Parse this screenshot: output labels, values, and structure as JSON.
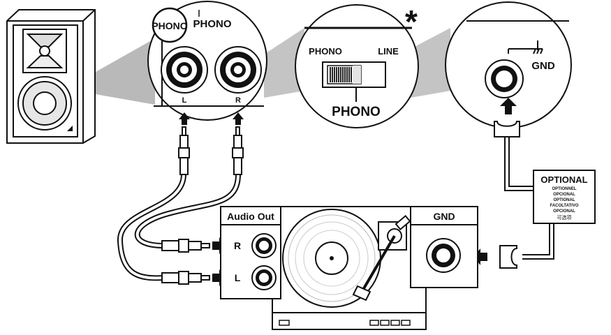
{
  "colors": {
    "ink": "#111111",
    "paper": "#ffffff",
    "cone": "#b9b9b9",
    "panel": "#e4e4e4",
    "knurl": "#222222"
  },
  "callouts": {
    "phono_badge": "PHONO",
    "phono_top_label": "PHONO",
    "left_channel": "L",
    "right_channel": "R",
    "switch_left": "PHONO",
    "switch_right": "LINE",
    "switch_caption": "PHONO",
    "asterisk": "*",
    "gnd_label": "GND"
  },
  "turntable": {
    "audio_out_title": "Audio Out",
    "right_jack_label": "R",
    "left_jack_label": "L",
    "gnd_panel_title": "GND"
  },
  "optional_tag": {
    "title": "OPTIONAL",
    "translations": [
      "OPTIONNEL",
      "OPCIONAL",
      "OPTIONAL",
      "FACOLTATIVO",
      "OPCIONAL",
      "可选项"
    ]
  },
  "icons": [
    "ground-symbol-icon",
    "up-arrow-icon",
    "left-arrow-icon",
    "right-arrow-icon"
  ]
}
